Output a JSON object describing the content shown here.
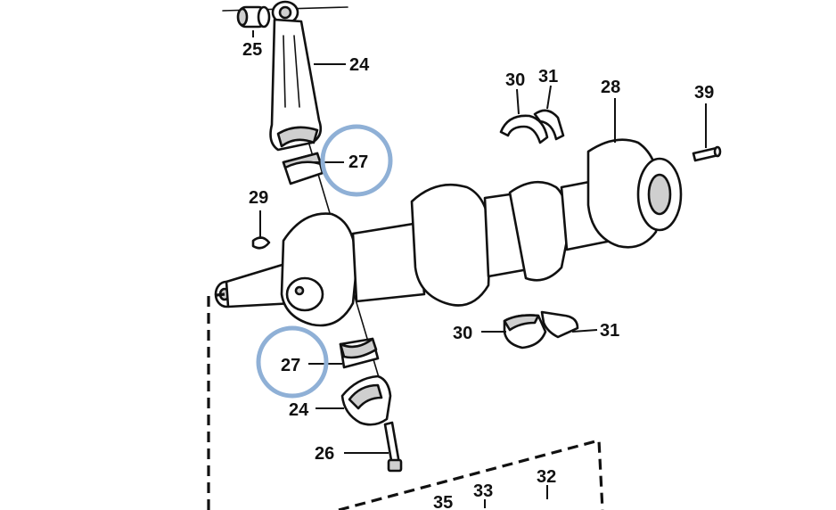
{
  "diagram": {
    "highlight_color": "#8fb0d6",
    "labels": {
      "bushing": "25",
      "rod_upper": "24",
      "bearing_upper": "27",
      "key": "29",
      "bearing_lower": "27",
      "rod_cap": "24",
      "bolt": "26",
      "main_bearing_top": "30",
      "thrust_top": "31",
      "crankshaft": "28",
      "pin": "39",
      "main_bearing_bottom": "30",
      "thrust_bottom": "31",
      "part_32": "32",
      "part_33": "33",
      "part_35": "35"
    }
  }
}
